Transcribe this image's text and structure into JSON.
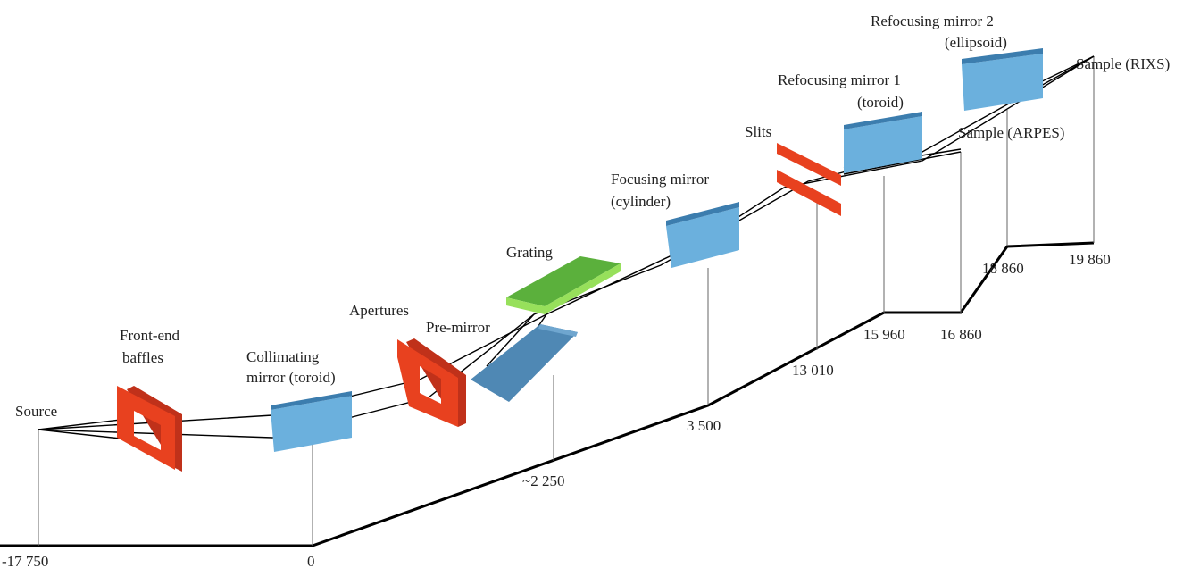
{
  "labels": {
    "source": "Source",
    "front_end_baffles_1": "Front-end",
    "front_end_baffles_2": "baffles",
    "collimating_1": "Collimating",
    "collimating_2": "mirror (toroid)",
    "apertures": "Apertures",
    "premirror": "Pre-mirror",
    "grating": "Grating",
    "focusing_1": "Focusing mirror",
    "focusing_2": "(cylinder)",
    "slits": "Slits",
    "refocusing1_1": "Refocusing mirror 1",
    "refocusing1_2": "(toroid)",
    "refocusing2_1": "Refocusing mirror 2",
    "refocusing2_2": "(ellipsoid)",
    "sample_arpes": "Sample (ARPES)",
    "sample_rixs": "Sample (RIXS)"
  },
  "positions": {
    "source": "-17 750",
    "collimating": "0",
    "premirror": "~2 250",
    "focusing": "3 500",
    "slits": "13 010",
    "refocusing1": "15 960",
    "sample_arpes": "16 860",
    "refocusing2": "18 860",
    "sample_rixs": "19 860"
  },
  "colors": {
    "baffle_red": "#E8411F",
    "mirror_blue": "#6BB0DD",
    "grating_green": "#5BB03C"
  }
}
